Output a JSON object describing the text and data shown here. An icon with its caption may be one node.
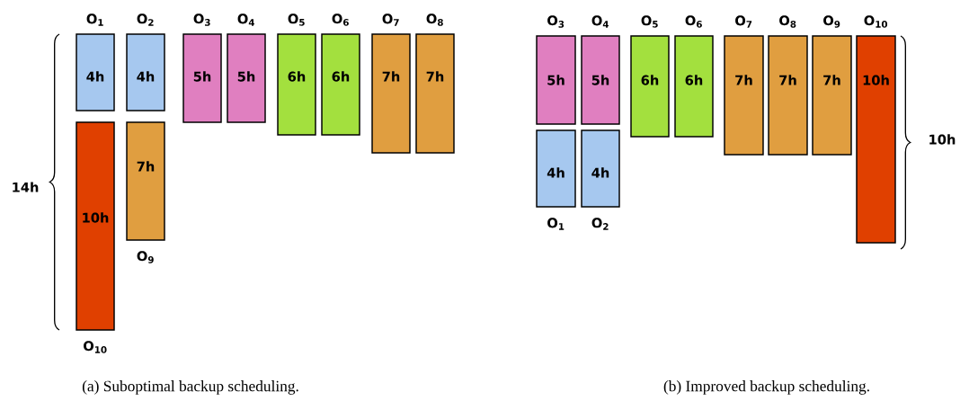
{
  "diagram": {
    "nodes": [
      {
        "text": [
          "4h"
        ],
        "beside": [
          "O$_{1}$"
        ]
      },
      {
        "text": [
          "4h"
        ],
        "beside": [
          "O$_{2}$"
        ]
      },
      {
        "text": [
          "5h"
        ],
        "beside": [
          "O$_{3}$"
        ]
      },
      {
        "text": [
          "5h"
        ],
        "beside": [
          "O$_{4}$"
        ]
      },
      {
        "text": [
          "6h"
        ],
        "beside": [
          "O$_{5}$"
        ]
      },
      {
        "text": [
          "6h"
        ],
        "beside": [
          "O$_{6}$"
        ]
      },
      {
        "text": [
          "7h"
        ],
        "beside": [
          "O$_{7}$"
        ]
      },
      {
        "text": [
          "7h"
        ],
        "beside": [
          "O$_{8}$"
        ]
      },
      {
        "text": [
          "10h"
        ],
        "beside": [
          "O$_{10}$"
        ]
      },
      {
        "text": [
          "7h"
        ],
        "beside": [
          "O$_{9}$"
        ]
      },
      {
        "text": [
          "5h"
        ],
        "beside": [
          "O$_{3}$"
        ]
      },
      {
        "text": [
          "5h"
        ],
        "beside": [
          "O$_{4}$"
        ]
      },
      {
        "text": [
          "6h"
        ],
        "beside": [
          "O$_{5}$"
        ]
      },
      {
        "text": [
          "6h"
        ],
        "beside": [
          "O$_{6}$"
        ]
      },
      {
        "text": [
          "7h"
        ],
        "beside": [
          "O$_{7}$"
        ]
      },
      {
        "text": [
          "7h"
        ],
        "beside": [
          "O$_{8}$"
        ]
      },
      {
        "text": [
          "7h"
        ],
        "beside": [
          "O$_{9}$"
        ]
      },
      {
        "text": [
          "10h"
        ],
        "beside": [
          "O$_{10}$"
        ]
      },
      {
        "text": [
          "4h"
        ],
        "beside": [
          "O$_{1}$"
        ]
      },
      {
        "text": [
          "4h"
        ],
        "beside": [
          "O$_{2}$"
        ]
      }
    ],
    "labels": [
      "14h",
      "10h",
      "(a) Suboptimal backup scheduling.",
      "(b) Improved backup scheduling."
    ]
  }
}
